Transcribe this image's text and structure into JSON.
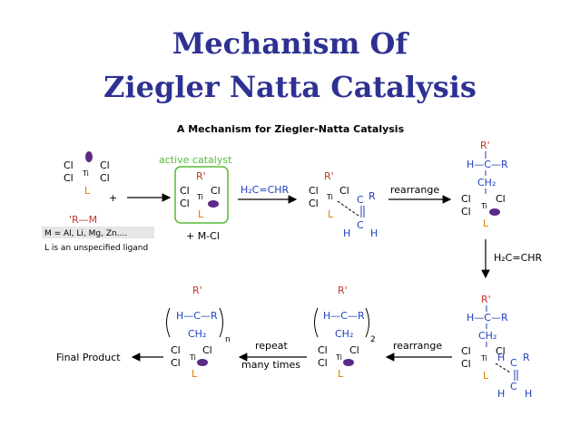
{
  "slide": {
    "title_line1": "Mechanism Of",
    "title_line2": "Ziegler Natta Catalysis"
  },
  "figure": {
    "heading": "A Mechanism for Ziegler-Natta Catalysis",
    "active_catalyst_label": "active catalyst",
    "plus": "+",
    "reagent": "'R—M",
    "metal_definition": "M = Al, Li, Mg, Zn....",
    "ligand_note": "L is an unspecified ligand",
    "byproduct": "+ M-Cl",
    "monomer": "H₂C=CHR",
    "rearrange": "rearrange",
    "repeat": "repeat",
    "many_times": "many times",
    "final_product": "Final Product",
    "chain_n": "n",
    "chain_2": "2",
    "atoms": {
      "Cl": "Cl",
      "Ti": "Ti",
      "L": "L",
      "R": "R",
      "R_prime": "R'",
      "C": "C",
      "H": "H",
      "CH2": "CH₂",
      "H_C": "H—C—R"
    }
  },
  "colors": {
    "title": "#2e3192",
    "ligand": "#e07b00",
    "alkyl": "#c0392b",
    "monomer": "#1f3fbf",
    "catalyst_box": "#55bb33",
    "vacant_site": "#5b2a86",
    "black": "#000000"
  }
}
